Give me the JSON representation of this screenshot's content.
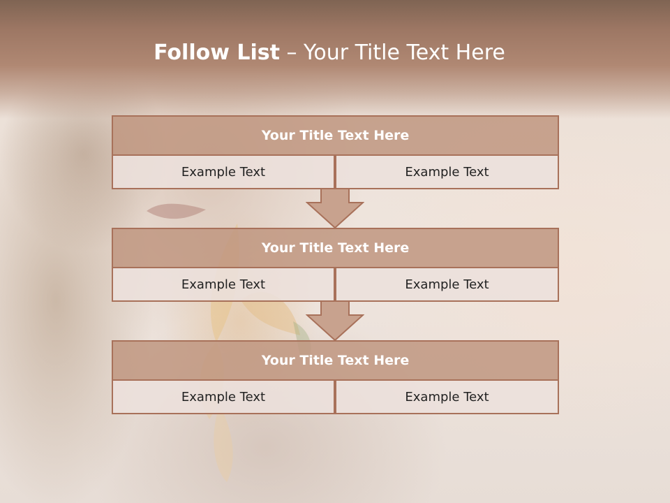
{
  "slide": {
    "title_bold": "Follow List",
    "title_rest": " – Your Title Text Here",
    "colors": {
      "title_band": "#a27b68",
      "block_header": "#c09680",
      "block_border": "#a8715a",
      "cell_fill": "#ece0dc",
      "arrow_fill": "#c8a28e"
    }
  },
  "flow": {
    "blocks": [
      {
        "title": "Your Title Text Here",
        "left_text": "Example Text",
        "right_text": "Example Text"
      },
      {
        "title": "Your Title Text Here",
        "left_text": "Example Text",
        "right_text": "Example Text"
      },
      {
        "title": "Your Title Text Here",
        "left_text": "Example Text",
        "right_text": "Example Text"
      }
    ],
    "connector_icon": "down-arrow-icon"
  }
}
